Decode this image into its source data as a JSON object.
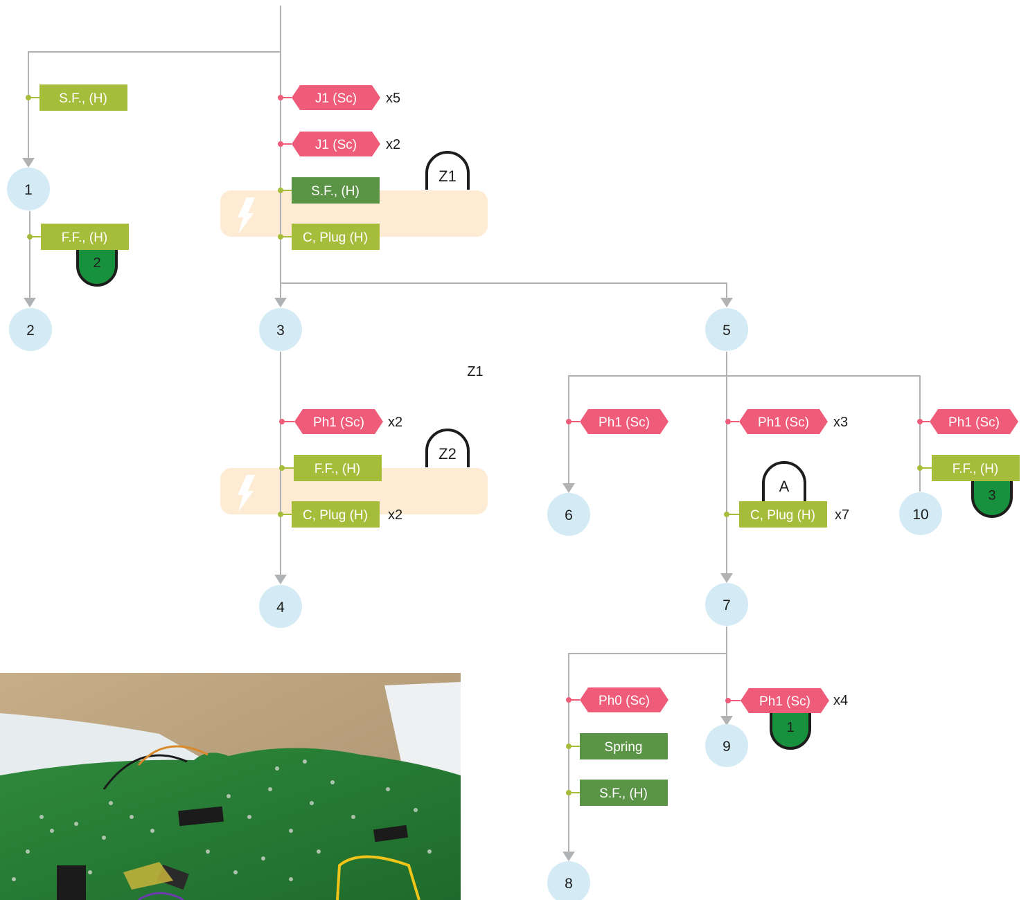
{
  "colors": {
    "line": "#b0b2b4",
    "node_fill": "#d4ebf6",
    "sc_fill": "#ef5c79",
    "h_fill": "#a6bd3c",
    "h_dark_fill": "#5b9447",
    "lock_fill": "#17913e",
    "zone_fill": "#fdebd3",
    "bolt": "#ffffff"
  },
  "nodes": {
    "n1": "1",
    "n2": "2",
    "n3": "3",
    "n4": "4",
    "n5": "5",
    "n6": "6",
    "n7": "7",
    "n8": "8",
    "n9": "9",
    "n10": "10"
  },
  "holds": {
    "sf_1": "S.F., (H)",
    "ff_2": "F.F., (H)",
    "j1_a": "J1 (Sc)",
    "j1_b": "J1 (Sc)",
    "sf_3": "S.F., (H)",
    "cplug_3": "C, Plug (H)",
    "ph1_4": "Ph1 (Sc)",
    "ff_4": "F.F., (H)",
    "cplug_4": "C, Plug (H)",
    "ph1_6": "Ph1 (Sc)",
    "ph1_7": "Ph1 (Sc)",
    "cplug_7": "C, Plug (H)",
    "ph1_10": "Ph1 (Sc)",
    "ff_10": "F.F., (H)",
    "ph0_8": "Ph0 (Sc)",
    "spring_8": "Spring",
    "sf_8": "S.F., (H)",
    "ph1_9": "Ph1 (Sc)"
  },
  "multipliers": {
    "j1_a": "x5",
    "j1_b": "x2",
    "ph1_4": "x2",
    "cplug_4": "x2",
    "ph1_7": "x3",
    "cplug_7": "x7",
    "ph1_9": "x4"
  },
  "badges": {
    "lock_2": "2",
    "lock_3": "3",
    "lock_1": "1",
    "zone_z1": "Z1",
    "zone_z2": "Z2",
    "anchor_a": "A"
  },
  "floating_label": "Z1",
  "icons": {
    "bolt_1": "lightning-bolt-icon",
    "bolt_2": "lightning-bolt-icon"
  },
  "photo": {
    "subject": "green circuit board photo"
  }
}
